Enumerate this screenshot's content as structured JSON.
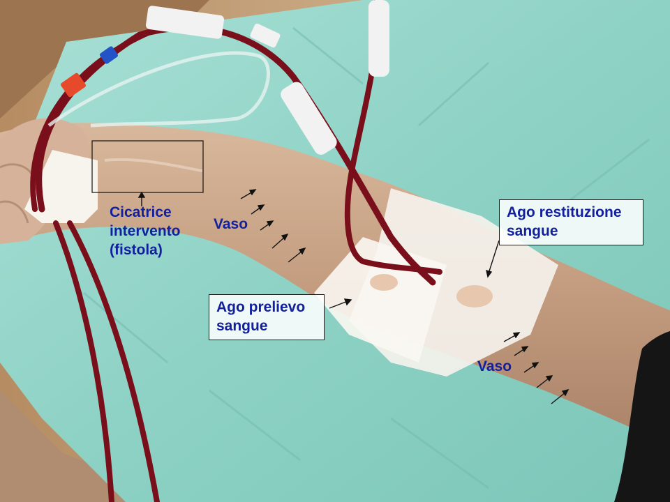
{
  "annotations": {
    "scar": {
      "lines": [
        "Cicatrice",
        "intervento",
        "(fistola)"
      ]
    },
    "vessel_upper": {
      "text": "Vaso"
    },
    "vessel_lower": {
      "text": "Vaso"
    },
    "return_needle": {
      "lines": [
        "Ago restituzione",
        "sangue"
      ]
    },
    "draw_needle": {
      "lines": [
        "Ago prelievo",
        "sangue"
      ]
    }
  },
  "colors": {
    "label_text": "#12209e",
    "drape": "#8fd3c6",
    "tubing_blood": "#7a0f1c",
    "arm_skin": "#c9a488",
    "tape": "#f4f1ec",
    "sleeve": "#151515"
  }
}
